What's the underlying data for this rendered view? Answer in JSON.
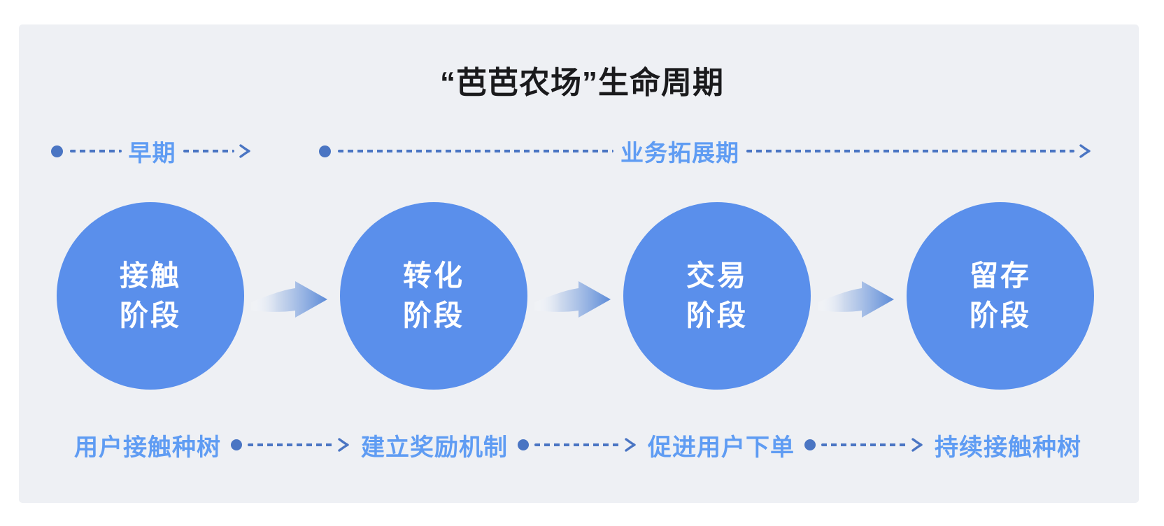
{
  "title": "“芭芭农场”生命周期",
  "timeline": {
    "segments": [
      {
        "label": "早期"
      },
      {
        "label": "业务拓展期"
      }
    ]
  },
  "stages": [
    {
      "line1": "接触",
      "line2": "阶段",
      "footer": "用户接触种树"
    },
    {
      "line1": "转化",
      "line2": "阶段",
      "footer": "建立奖励机制"
    },
    {
      "line1": "交易",
      "line2": "阶段",
      "footer": "促进用户下单"
    },
    {
      "line1": "留存",
      "line2": "阶段",
      "footer": "持续接触种树"
    }
  ],
  "icons": {
    "timeline_dot": "filled-circle",
    "arrow_head": "chevron-right",
    "flow_arrow": "gradient-swoosh-arrow-right"
  },
  "colors": {
    "panel": "#eef0f4",
    "circle": "#5a8feb",
    "label": "#5f9cf3",
    "connector": "#4a75c3",
    "title": "#1a1a1c",
    "arrow-end": "#5c8bd8"
  }
}
